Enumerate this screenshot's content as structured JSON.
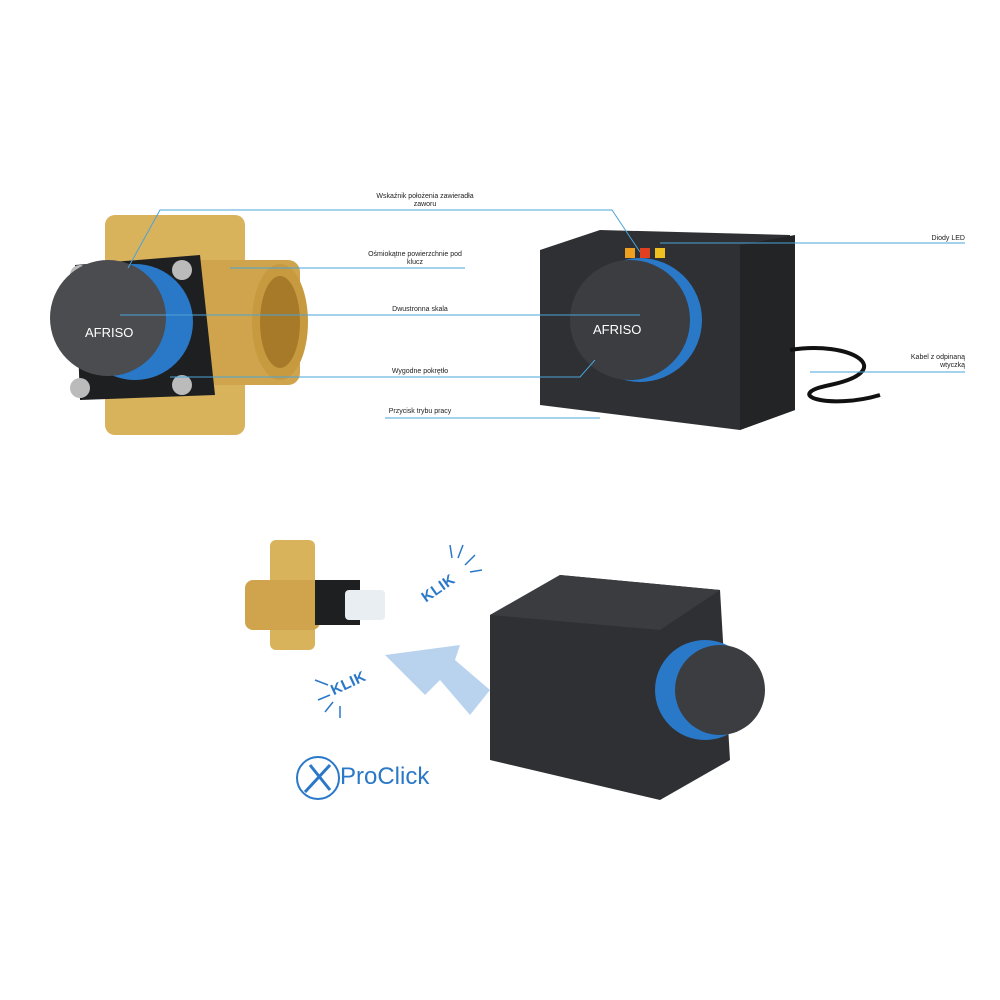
{
  "labels": {
    "position_indicator": "Wskaźnik położenia zawieradła zaworu",
    "octagonal_surfaces": "Ośmiokątne powierzchnie pod klucz",
    "dual_scale": "Dwustronna skala",
    "knob": "Wygodne pokrętło",
    "mode_button": "Przycisk trybu pracy",
    "led": "Diody LED",
    "cable": "Kabel z odpinaną wtyczką"
  },
  "brand": "AFRISO",
  "klik": [
    "KLIK",
    "KLIK"
  ],
  "proclick": "ProClick",
  "colors": {
    "accent": "#2a78c8",
    "line": "#4aa3d8",
    "brass": "#d9b25c",
    "housing": "#2e3033",
    "arrow": "#b9d3ef"
  }
}
